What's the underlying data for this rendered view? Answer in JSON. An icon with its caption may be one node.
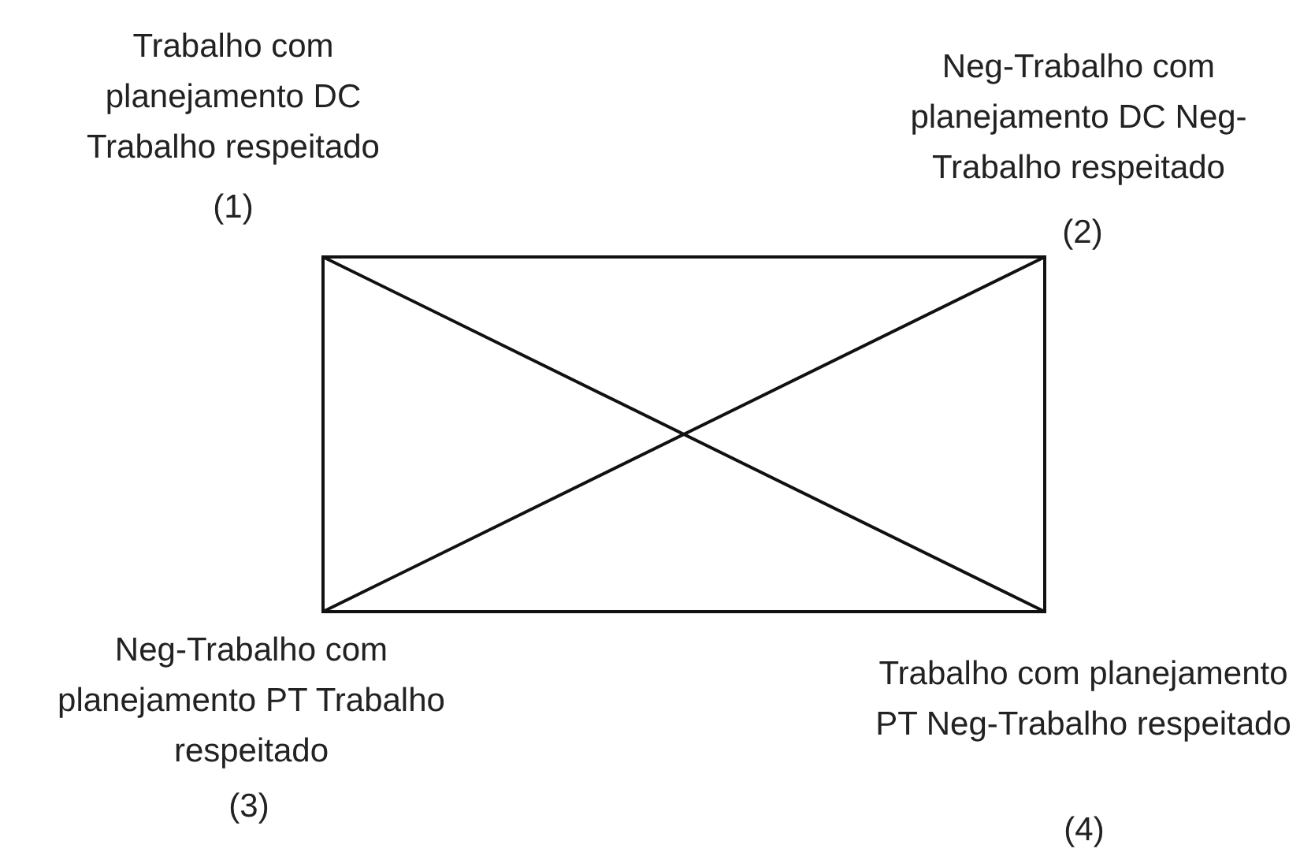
{
  "diagram": {
    "labels": [
      "Trabalho com planejamento DC Trabalho respeitado",
      "(1)",
      "Neg-Trabalho com planejamento DC Neg-Trabalho respeitado",
      "(2)",
      "Neg-Trabalho com planejamento PT Trabalho respeitado",
      "(3)",
      "Trabalho com planejamento PT Neg-Trabalho respeitado",
      "(4)"
    ]
  }
}
